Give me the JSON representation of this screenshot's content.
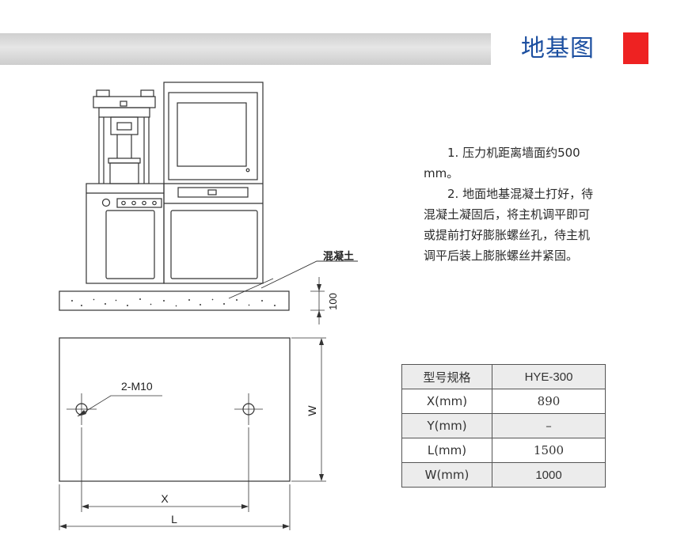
{
  "header": {
    "title": "地基图"
  },
  "elevation": {
    "material_label": "混凝土",
    "thickness": "100"
  },
  "plan": {
    "bolt_label": "2-M10",
    "dim_x": "X",
    "dim_l": "L",
    "dim_w": "W"
  },
  "notes": [
    "1. 压力机距离墙面约500 mm。",
    "2. 地面地基混凝土打好，待混凝土凝固后，将主机调平即可或提前打好膨胀螺丝孔，待主机调平后装上膨胀螺丝并紧固。"
  ],
  "spec_table": {
    "rows": [
      {
        "label": "型号规格",
        "value": "HYE-300"
      },
      {
        "label": "X(mm)",
        "value": "890"
      },
      {
        "label": "Y(mm)",
        "value": "–"
      },
      {
        "label": "L(mm)",
        "value": "1500"
      },
      {
        "label": "W(mm)",
        "value": "1000"
      }
    ]
  }
}
